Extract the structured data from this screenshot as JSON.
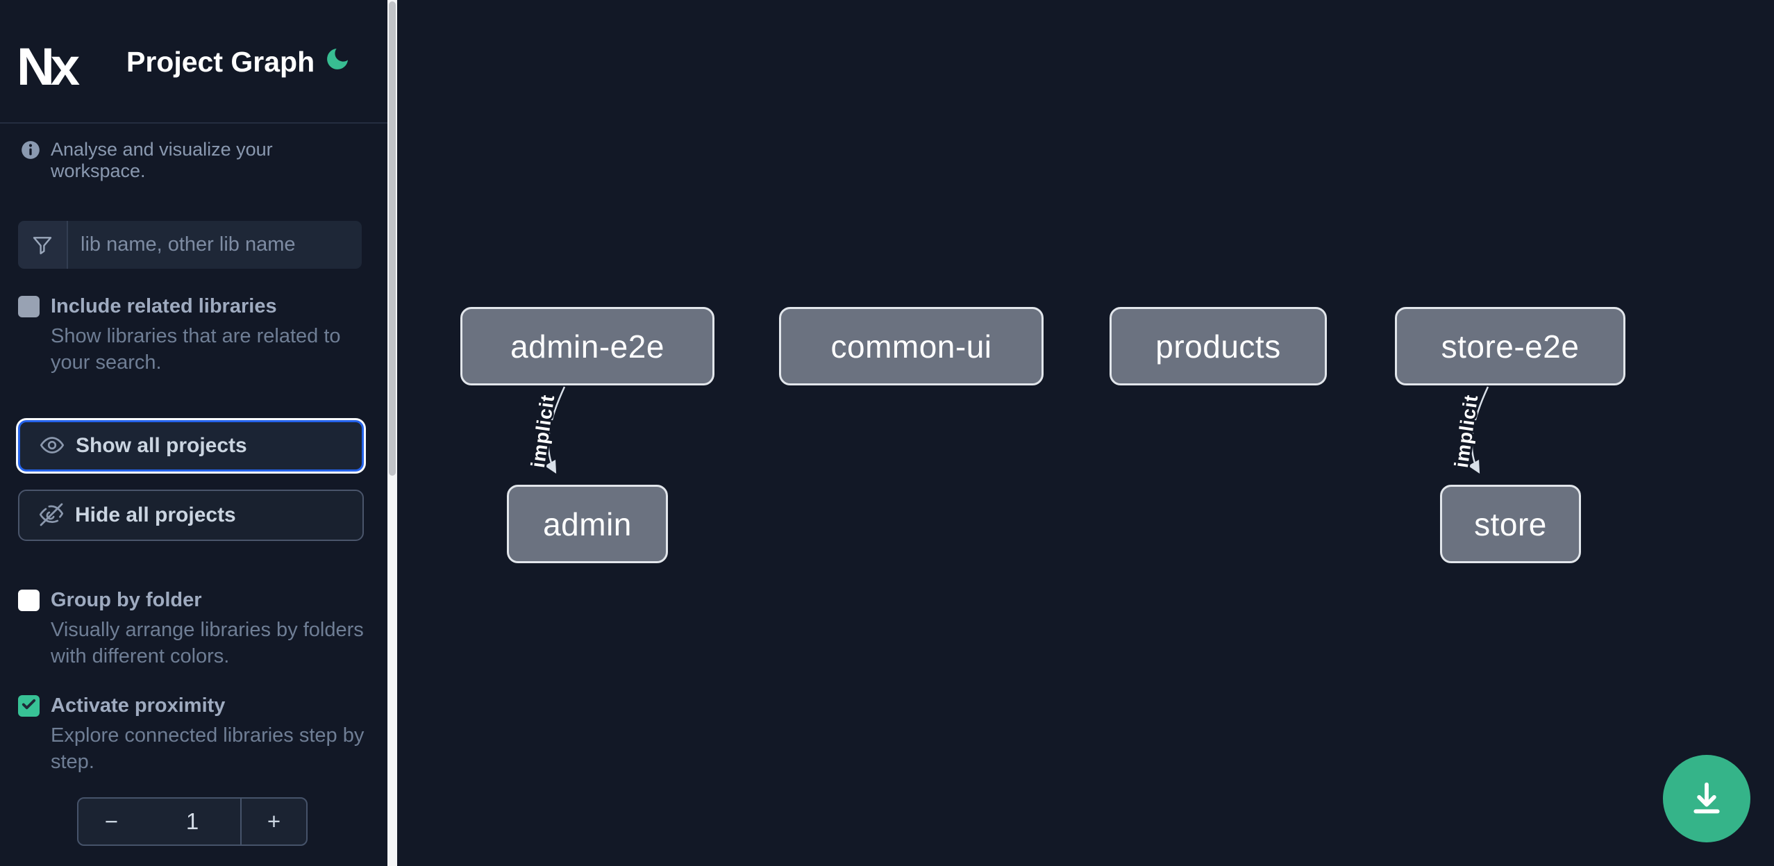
{
  "header": {
    "app_name": "Nx",
    "title": "Project Graph",
    "theme_icon": "moon-icon"
  },
  "sidebar": {
    "info_text": "Analyse and visualize your workspace.",
    "search": {
      "placeholder": "lib name, other lib name",
      "icon": "filter-icon"
    },
    "include_related": {
      "label": "Include related libraries",
      "description": "Show libraries that are related to your search.",
      "checked": false
    },
    "show_all": {
      "label": "Show all projects",
      "icon": "eye-icon",
      "focused": true
    },
    "hide_all": {
      "label": "Hide all projects",
      "icon": "eye-off-icon"
    },
    "group_by_folder": {
      "label": "Group by folder",
      "description": "Visually arrange libraries by folders with different colors.",
      "checked": false
    },
    "activate_proximity": {
      "label": "Activate proximity",
      "description": "Explore connected libraries step by step.",
      "checked": true
    },
    "proximity_stepper": {
      "decrement": "−",
      "value": "1",
      "increment": "+"
    }
  },
  "graph": {
    "nodes": [
      {
        "id": "admin-e2e",
        "label": "admin-e2e"
      },
      {
        "id": "common-ui",
        "label": "common-ui"
      },
      {
        "id": "products",
        "label": "products"
      },
      {
        "id": "store-e2e",
        "label": "store-e2e"
      },
      {
        "id": "admin",
        "label": "admin"
      },
      {
        "id": "store",
        "label": "store"
      }
    ],
    "edges": [
      {
        "from": "admin-e2e",
        "to": "admin",
        "label": "implicit"
      },
      {
        "from": "store-e2e",
        "to": "store",
        "label": "implicit"
      }
    ]
  },
  "fab": {
    "icon": "download-icon"
  },
  "colors": {
    "canvas_bg": "#121826",
    "accent_green": "#38BD92",
    "fab_green": "#35B489",
    "focus_blue": "#2563EB",
    "node_fill": "#6B7280",
    "node_border": "#E2E6EB"
  }
}
